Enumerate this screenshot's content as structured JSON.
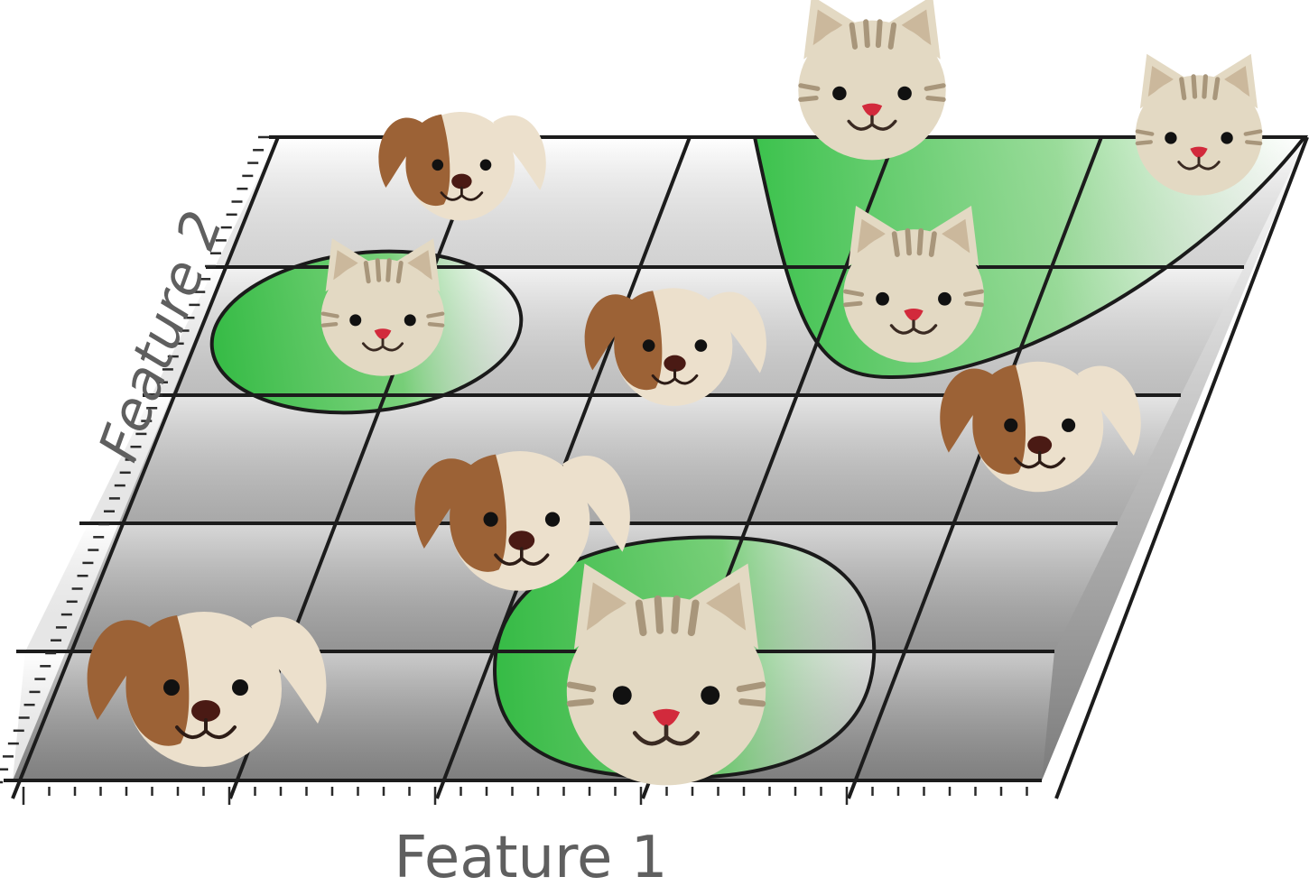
{
  "diagram": {
    "x_axis_label": "Feature 1",
    "y_axis_label": "Feature 2",
    "colors": {
      "grid": "#1c1c1c",
      "plane_light": "#ffffff",
      "plane_dark": "#7c7c7c",
      "region_fill": "#3fc24f",
      "dog_fur": "#ece0cc",
      "dog_patch": "#9c6236",
      "cat_fur": "#e3d9c3",
      "cat_stripe": "#a8967b",
      "nose_cat": "#d22a3c",
      "nose_dog": "#4a1a14"
    },
    "regions": [
      {
        "name": "cat-cluster-top-right"
      },
      {
        "name": "cat-cluster-left"
      },
      {
        "name": "cat-cluster-bottom"
      }
    ],
    "animals": [
      {
        "kind": "dog",
        "label": "dog-top"
      },
      {
        "kind": "cat",
        "label": "cat-top-1"
      },
      {
        "kind": "cat",
        "label": "cat-top-2"
      },
      {
        "kind": "cat",
        "label": "cat-left-region"
      },
      {
        "kind": "dog",
        "label": "dog-middle"
      },
      {
        "kind": "cat",
        "label": "cat-right-region"
      },
      {
        "kind": "dog",
        "label": "dog-right"
      },
      {
        "kind": "dog",
        "label": "dog-center-low"
      },
      {
        "kind": "dog",
        "label": "dog-bottom-left"
      },
      {
        "kind": "cat",
        "label": "cat-bottom-region"
      }
    ]
  }
}
